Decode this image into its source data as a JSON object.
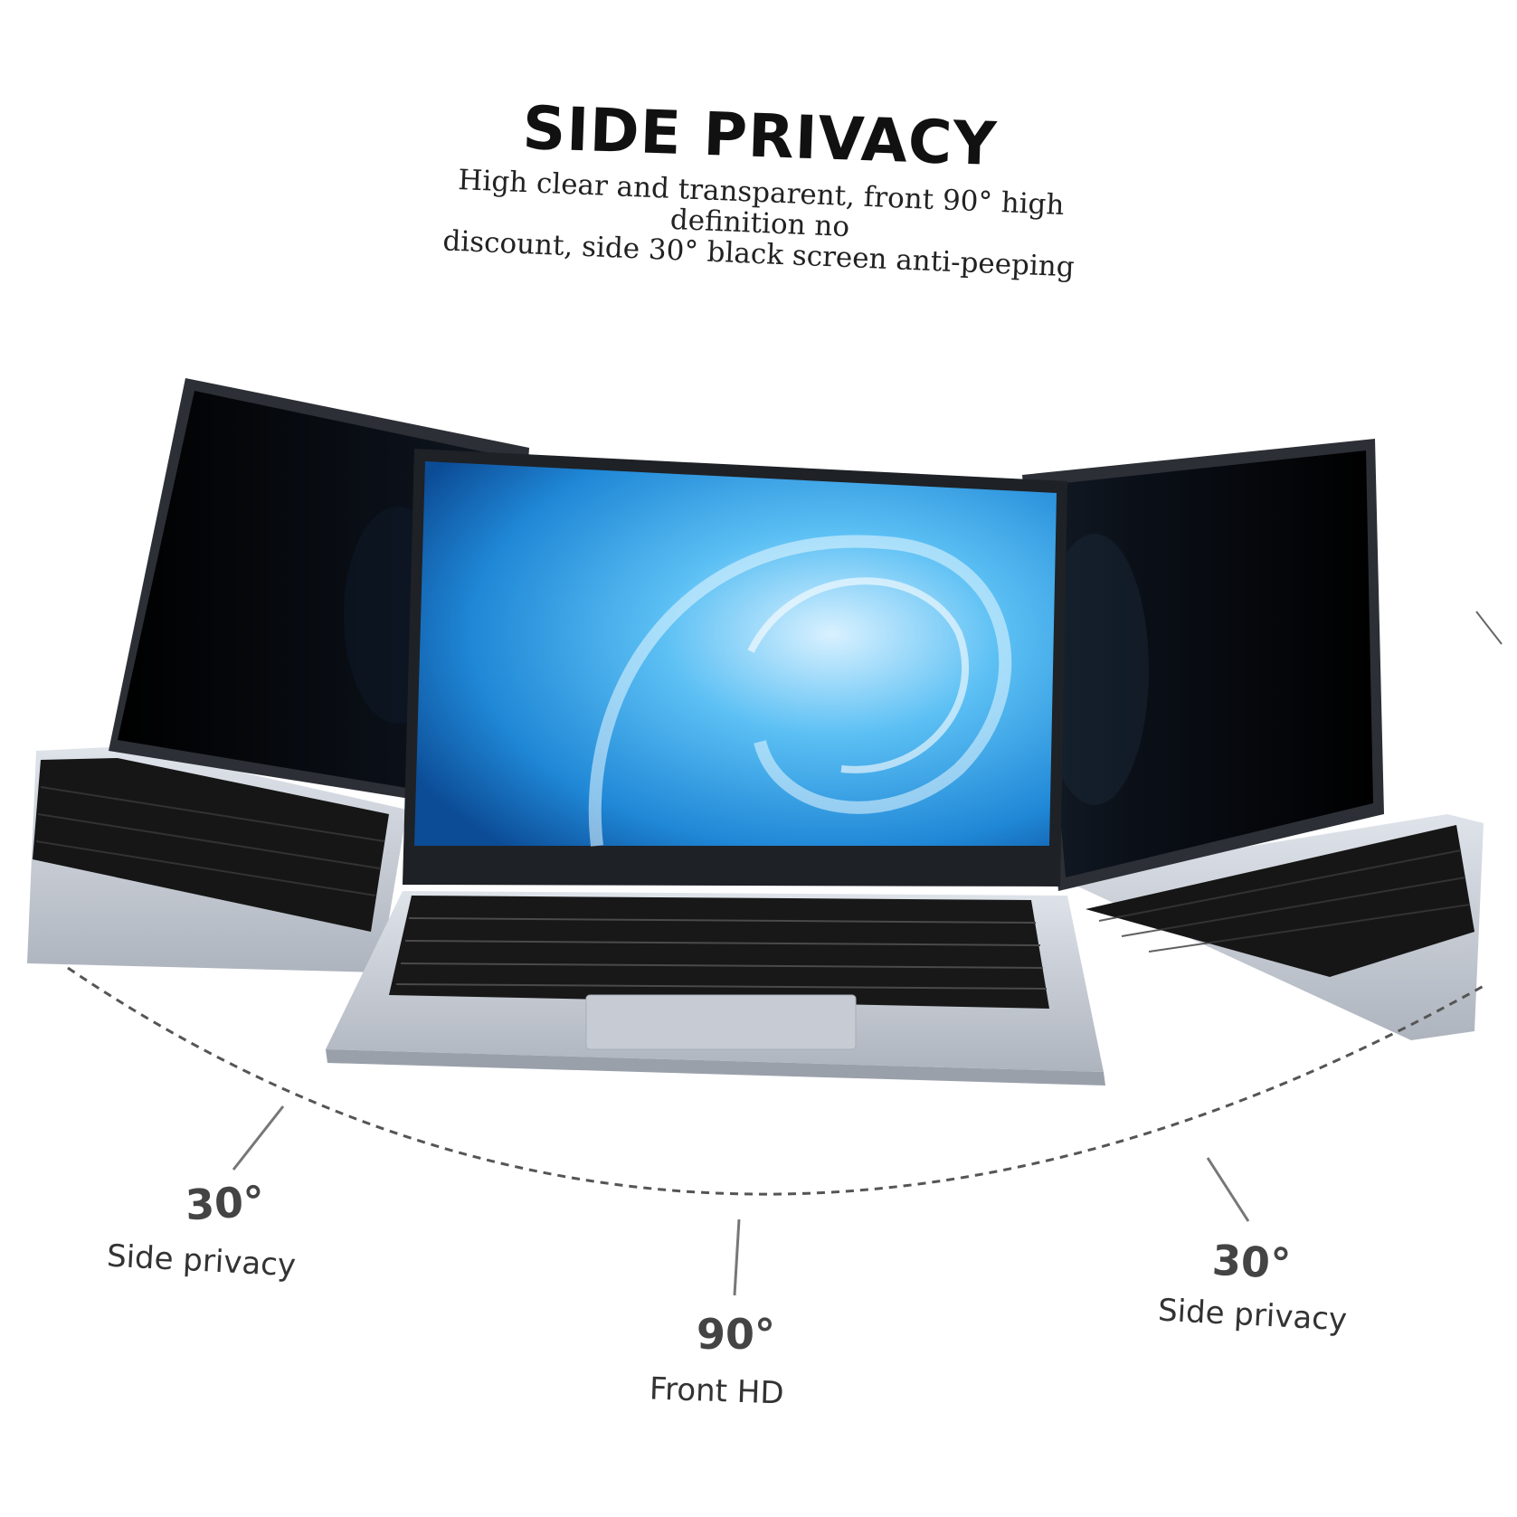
{
  "header": {
    "title": "SIDE PRIVACY",
    "subtitle_line1": "High clear and transparent, front 90° high definition no",
    "subtitle_line2": "discount, side 30° black screen anti-peeping"
  },
  "angles": {
    "left": {
      "degrees": "30°",
      "label": "Side privacy"
    },
    "front": {
      "degrees": "90°",
      "label": "Front HD"
    },
    "right": {
      "degrees": "30°",
      "label": "Side privacy"
    }
  },
  "colors": {
    "privacy_screen": "#050505",
    "front_screen": "#2f9be0",
    "laptop_body": "#c9ced6",
    "keyboard": "#1b1b1b",
    "arc_line": "#555555"
  }
}
